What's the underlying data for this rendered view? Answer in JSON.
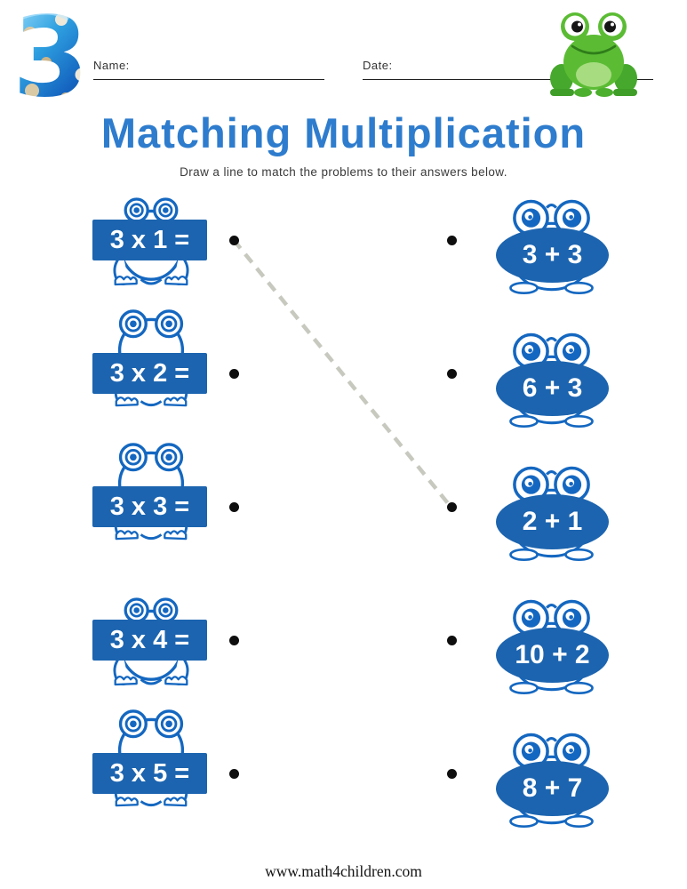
{
  "header": {
    "corner_number": "3",
    "name_label": "Name:",
    "date_label": "Date:",
    "title": "Matching Multiplication",
    "subtitle": "Draw a line to match the problems to their answers below."
  },
  "worksheet": {
    "problems": [
      {
        "label": "3 x 1 ="
      },
      {
        "label": "3 x 2 ="
      },
      {
        "label": "3 x 3 ="
      },
      {
        "label": "3 x 4 ="
      },
      {
        "label": "3 x 5 ="
      }
    ],
    "answers": [
      {
        "label": "3 + 3"
      },
      {
        "label": "6 + 3"
      },
      {
        "label": "2 + 1"
      },
      {
        "label": "10 + 2"
      },
      {
        "label": "8 + 7"
      }
    ],
    "drawn_match": {
      "problem": "3 x 1 =",
      "answer": "2 + 1"
    }
  },
  "icons": {
    "corner_number": "blue-balloon-number-3",
    "mascot": "green-cartoon-frog",
    "problem_frame": "blue-outline-frog",
    "answer_frame": "blue-outline-frog"
  },
  "colors": {
    "title_blue": "#2e7ccd",
    "shape_blue": "#1c64af",
    "outline_blue": "#1467c0",
    "mascot_green": "#5bbc34",
    "dot_black": "#0e0e0e",
    "match_line_gray": "#c7c9bf"
  },
  "footer": {
    "site_url": "www.math4children.com"
  }
}
